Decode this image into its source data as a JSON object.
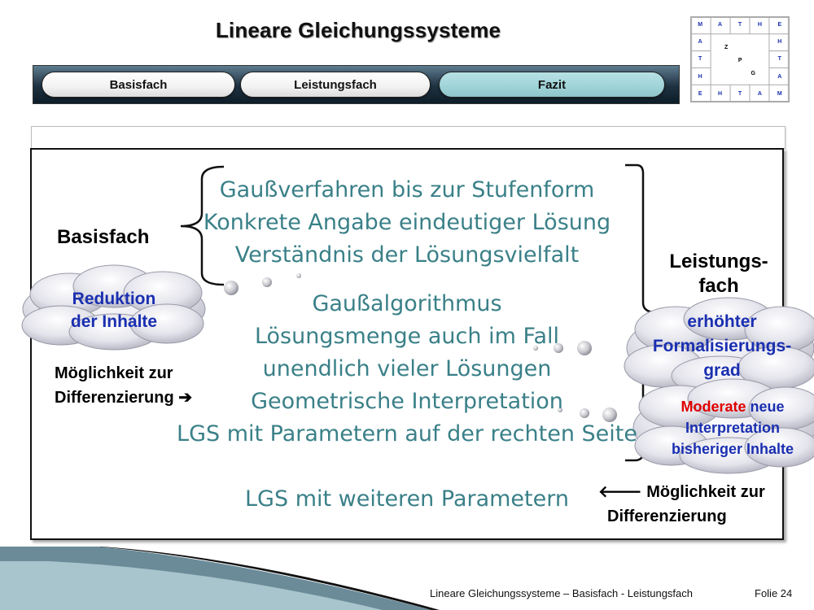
{
  "title": "Lineare Gleichungssysteme",
  "nav": {
    "items": [
      "Basisfach",
      "Leistungsfach",
      "Fazit"
    ],
    "active_index": 2
  },
  "logo": {
    "top_row": [
      "M",
      "A",
      "T",
      "H",
      "E"
    ],
    "left_col": [
      "A",
      "T",
      "H"
    ],
    "right_col": [
      "H",
      "T",
      "A"
    ],
    "bottom_row": [
      "E",
      "H",
      "T",
      "A",
      "M"
    ],
    "center": [
      "Z",
      "P",
      "G"
    ]
  },
  "basisfach_label": "Basisfach",
  "leistungsfach_label": [
    "Leistungs-",
    "fach"
  ],
  "basis_items": [
    "Gaußverfahren bis zur Stufenform",
    "Konkrete Angabe eindeutiger Lösung",
    "Verständnis der Lösungsvielfalt"
  ],
  "leistung_items": [
    "Gaußalgorithmus",
    "Lösungsmenge auch im Fall",
    "unendlich vieler Lösungen",
    "Geometrische Interpretation",
    "LGS mit Parametern auf der rechten Seite"
  ],
  "extra_item": "LGS mit weiteren Parametern",
  "clouds": {
    "reduktion": [
      "Reduktion",
      "der Inhalte"
    ],
    "formalisierung": [
      "erhöhter",
      "Formalisierungs-",
      "grad"
    ],
    "moderate": {
      "word_red": "Moderate",
      "word_blue": "neue",
      "line2": "Interpretation",
      "line3": "bisheriger Inhalte"
    }
  },
  "diff_left": {
    "line1": "Möglichkeit zur",
    "line2": "Differenzierung",
    "arrow": "➔"
  },
  "diff_right": {
    "arrow": "🡐",
    "line1": "Möglichkeit zur",
    "line2": "Differenzierung"
  },
  "footer": {
    "text": "Lineare Gleichungssysteme – Basisfach - Leistungsfach",
    "slide": "Folie 24"
  },
  "colors": {
    "teal_text": "#3a8088",
    "cloud_blue_text": "#1a2fb0",
    "red": "#e00000",
    "nav_active": "#9fd3d8"
  }
}
